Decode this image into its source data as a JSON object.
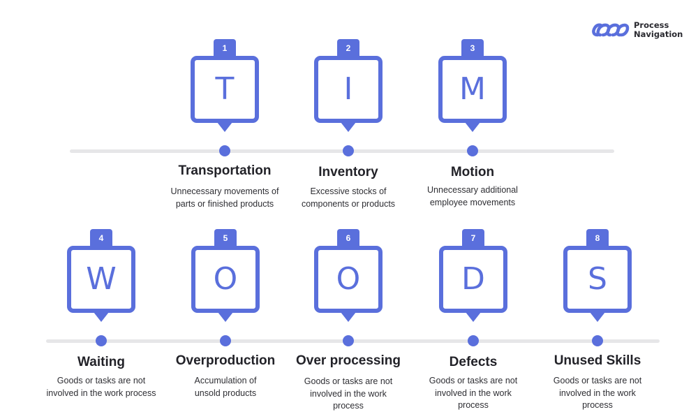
{
  "logo": {
    "line1": "Process",
    "line2": "Navigation",
    "icon": "chain-links-icon",
    "color": "#5a6fdc"
  },
  "colors": {
    "accent": "#5a6fdc",
    "timeline": "#e6e6e8",
    "text": "#222228"
  },
  "acronym": "TIMWOODS",
  "rows": [
    {
      "items": [
        {
          "number": "1",
          "letter": "T",
          "title": "Transportation",
          "desc_lines": [
            "Unnecessary movements of",
            "parts or finished products"
          ]
        },
        {
          "number": "2",
          "letter": "I",
          "title": "Inventory",
          "desc_lines": [
            "Excessive stocks of",
            "components or products"
          ]
        },
        {
          "number": "3",
          "letter": "M",
          "title": "Motion",
          "desc_lines": [
            "Unnecessary additional",
            "employee movements"
          ]
        }
      ]
    },
    {
      "items": [
        {
          "number": "4",
          "letter": "W",
          "title": "Waiting",
          "desc_lines": [
            "Goods or tasks are not",
            "involved in the work process"
          ]
        },
        {
          "number": "5",
          "letter": "O",
          "title": "Overproduction",
          "desc_lines": [
            "Accumulation of",
            "unsold products"
          ]
        },
        {
          "number": "6",
          "letter": "O",
          "title": "Over processing",
          "desc_lines": [
            "Goods or tasks are not",
            "involved in the work",
            "process"
          ]
        },
        {
          "number": "7",
          "letter": "D",
          "title": "Defects",
          "desc_lines": [
            "Goods or tasks are not",
            "involved in the work",
            "process"
          ]
        },
        {
          "number": "8",
          "letter": "S",
          "title": "Unused Skills",
          "desc_lines": [
            "Goods or tasks are not",
            "involved in the work",
            "process"
          ]
        }
      ]
    }
  ]
}
